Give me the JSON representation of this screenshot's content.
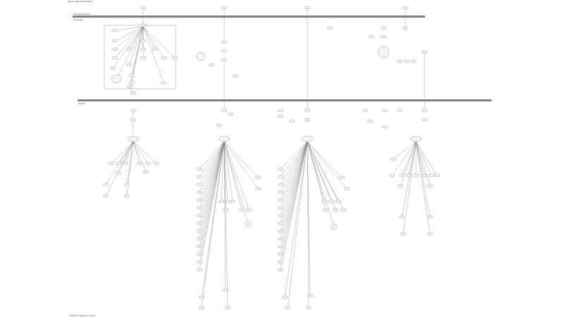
{
  "title": "Neurotrophin/TRK Signaling",
  "footer": "© 2000-2013 Ingenuity Systems",
  "regions": {
    "extracellular": "Extracellular Space",
    "cytoplasm": "Cytoplasm",
    "nucleus": "Nucleus"
  },
  "colors": {
    "membrane": "#808080",
    "link": "#3333cc",
    "node_fill": "#f4f4f4",
    "node_stroke": "#999999"
  }
}
